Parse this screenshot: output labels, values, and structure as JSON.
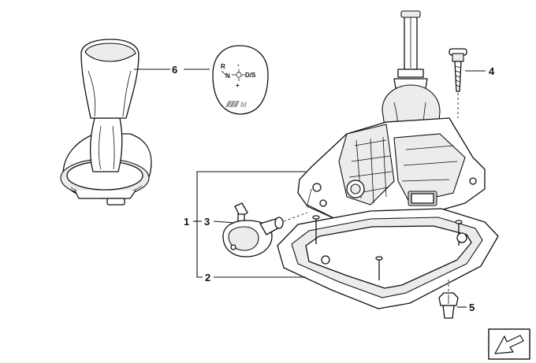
{
  "callouts": {
    "c1": "1",
    "c2": "2",
    "c3": "3",
    "c4": "4",
    "c5": "5",
    "c6": "6"
  },
  "knob_emblem": {
    "reverse": "R",
    "neutral": "N",
    "drive_sport": "D/S",
    "minus": "-",
    "plus": "+",
    "logo_text": "M"
  },
  "colors": {
    "line": "#111111",
    "fill": "#ffffff",
    "shade": "#ececec"
  }
}
